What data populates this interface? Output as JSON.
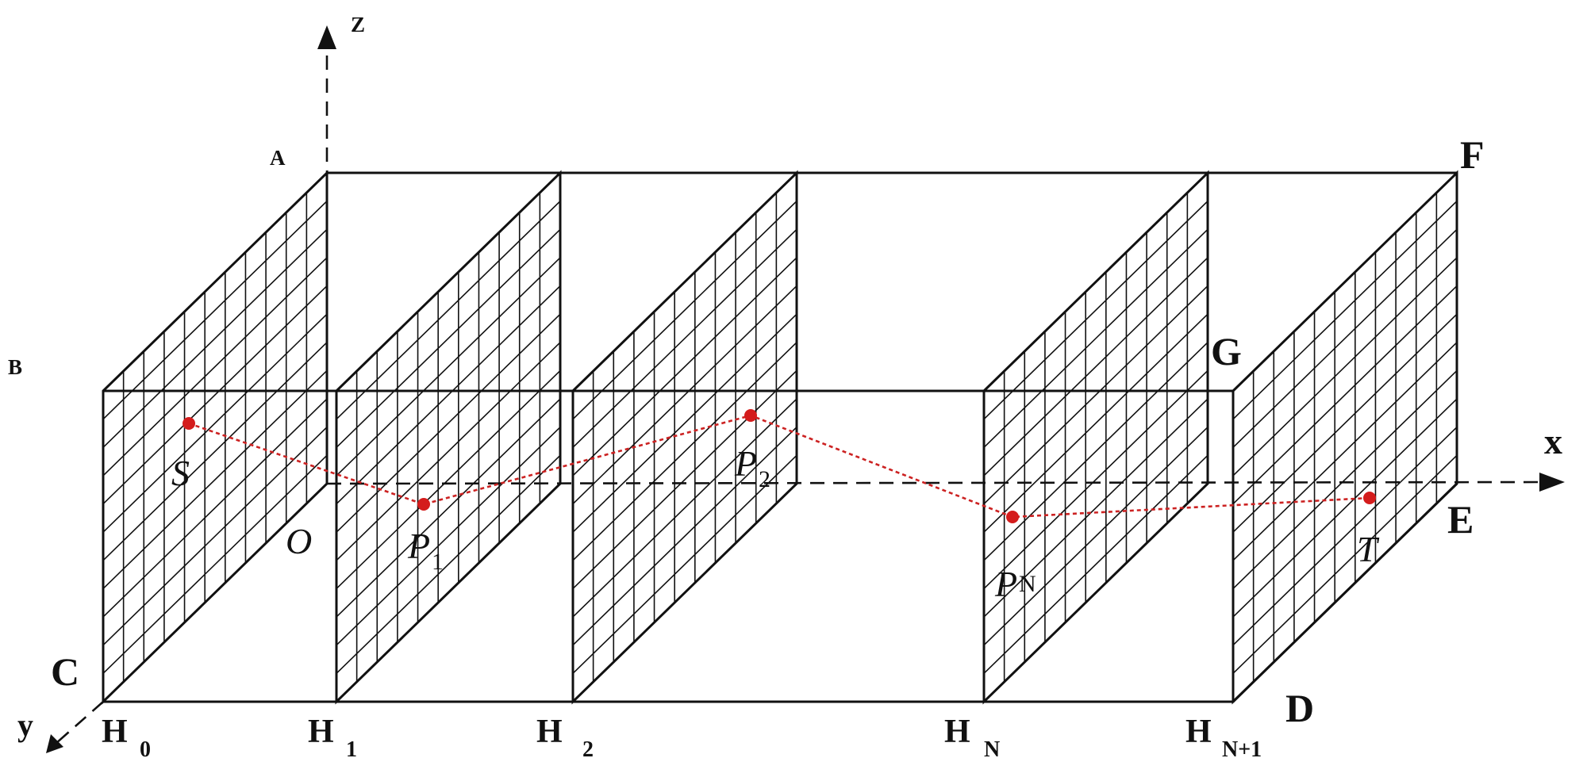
{
  "colors": {
    "line": "#111111",
    "path": "#cc2222",
    "point": "#d41c1c",
    "background": "#ffffff"
  },
  "axes": {
    "z": "Z",
    "x": "x",
    "y": "y"
  },
  "corners": {
    "A": "A",
    "B": "B",
    "C": "C",
    "D": "D",
    "E": "E",
    "F": "F",
    "G": "G",
    "O": "O"
  },
  "planes": [
    {
      "label": "H",
      "sub": "0"
    },
    {
      "label": "H",
      "sub": "1"
    },
    {
      "label": "H",
      "sub": "2"
    },
    {
      "label": "H",
      "sub": "N"
    },
    {
      "label": "H",
      "sub": "N+1"
    }
  ],
  "points": [
    {
      "label": "S",
      "sub": ""
    },
    {
      "label": "P",
      "sub": "1"
    },
    {
      "label": "P",
      "sub": "2"
    },
    {
      "label": "P",
      "sub": "N"
    },
    {
      "label": "T",
      "sub": ""
    }
  ]
}
